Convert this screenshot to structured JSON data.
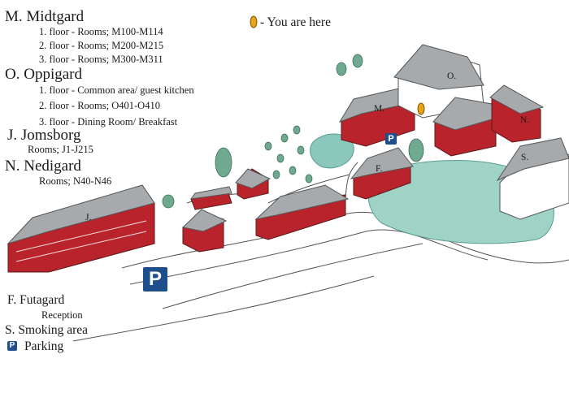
{
  "legend": {
    "midtgard": {
      "title": "M. Midtgard",
      "floors": [
        "1.  floor - Rooms; M100-M114",
        "2.  floor - Rooms; M200-M215",
        "3.  floor - Rooms; M300-M311"
      ]
    },
    "oppigard": {
      "title": "O. Oppigard",
      "floors": [
        "1. floor - Common area/ guest kitchen",
        "2. floor - Rooms; O401-O410",
        "3. floor - Dining Room/ Breakfast"
      ]
    },
    "jomsborg": {
      "title": "J.  Jomsborg",
      "rooms": "Rooms; J1-J215"
    },
    "nedigard": {
      "title": "N. Nedigard",
      "rooms": "Rooms; N40-N46"
    },
    "futagard": {
      "title": "F.  Futagard",
      "sub": "Reception"
    },
    "smoking": "S.  Smoking area",
    "parking": "Parking",
    "parking_icon": "P"
  },
  "you_are_here": "- You are here",
  "map_labels": {
    "J": "J.",
    "M": "M.",
    "O": "O.",
    "N": "N.",
    "F": "F.",
    "S": "S."
  },
  "colors": {
    "building_red": "#b8232c",
    "roof_grey": "#9ea1a4",
    "parking_blue": "#1f4e8c",
    "water_green": "#6fb3a5",
    "marker_orange": "#e8a317"
  }
}
